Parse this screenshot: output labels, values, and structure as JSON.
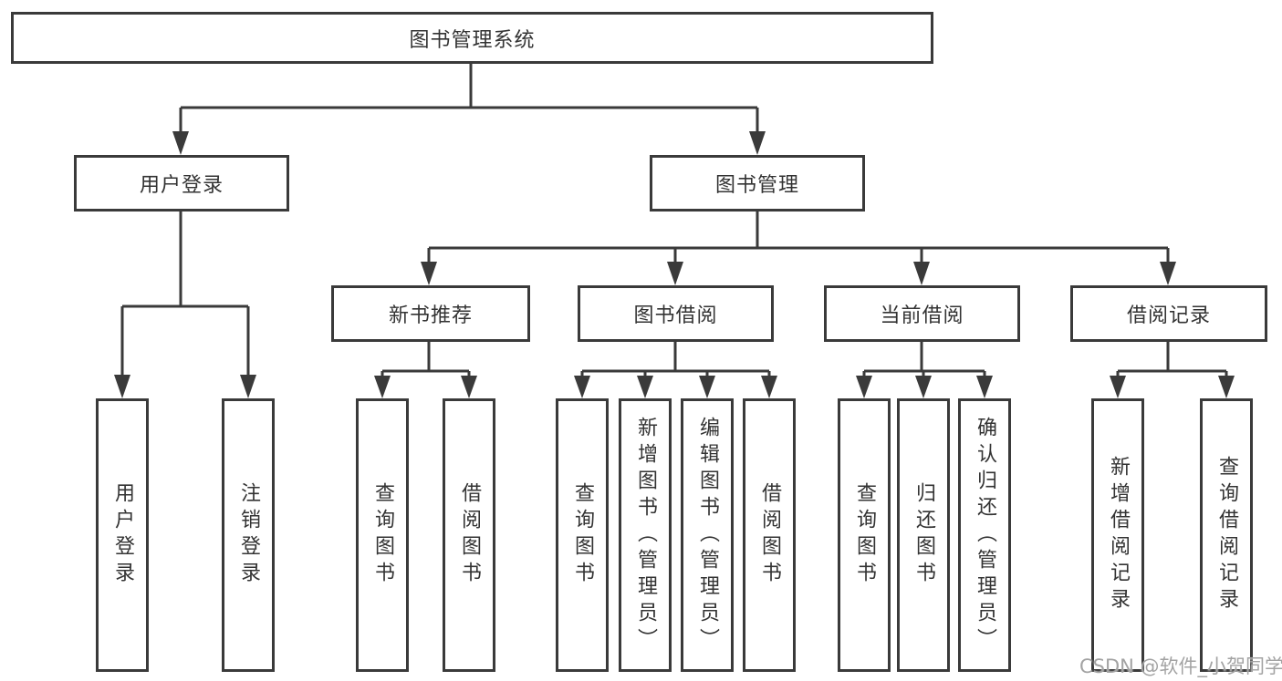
{
  "diagram": {
    "root": {
      "label": "图书管理系统"
    },
    "level1": [
      {
        "label": "用户登录"
      },
      {
        "label": "图书管理"
      }
    ],
    "level2": [
      {
        "label": "新书推荐",
        "parent": "图书管理"
      },
      {
        "label": "图书借阅",
        "parent": "图书管理"
      },
      {
        "label": "当前借阅",
        "parent": "图书管理"
      },
      {
        "label": "借阅记录",
        "parent": "图书管理"
      }
    ],
    "leaves": [
      {
        "label": "用户登录",
        "parent": "用户登录"
      },
      {
        "label": "注销登录",
        "parent": "用户登录"
      },
      {
        "label": "查询图书",
        "parent": "新书推荐"
      },
      {
        "label": "借阅图书",
        "parent": "新书推荐"
      },
      {
        "label": "查询图书",
        "parent": "图书借阅"
      },
      {
        "label": "新增图书（管理员）",
        "parent": "图书借阅"
      },
      {
        "label": "编辑图书（管理员）",
        "parent": "图书借阅"
      },
      {
        "label": "借阅图书",
        "parent": "图书借阅"
      },
      {
        "label": "查询图书",
        "parent": "当前借阅"
      },
      {
        "label": "归还图书",
        "parent": "当前借阅"
      },
      {
        "label": "确认归还（管理员）",
        "parent": "当前借阅"
      },
      {
        "label": "新增借阅记录",
        "parent": "借阅记录"
      },
      {
        "label": "查询借阅记录",
        "parent": "借阅记录"
      }
    ],
    "line_color": "#3a3a3a"
  },
  "watermark": {
    "text": "CSDN @软件_小贺同学",
    "color": "#a3a3a3"
  }
}
